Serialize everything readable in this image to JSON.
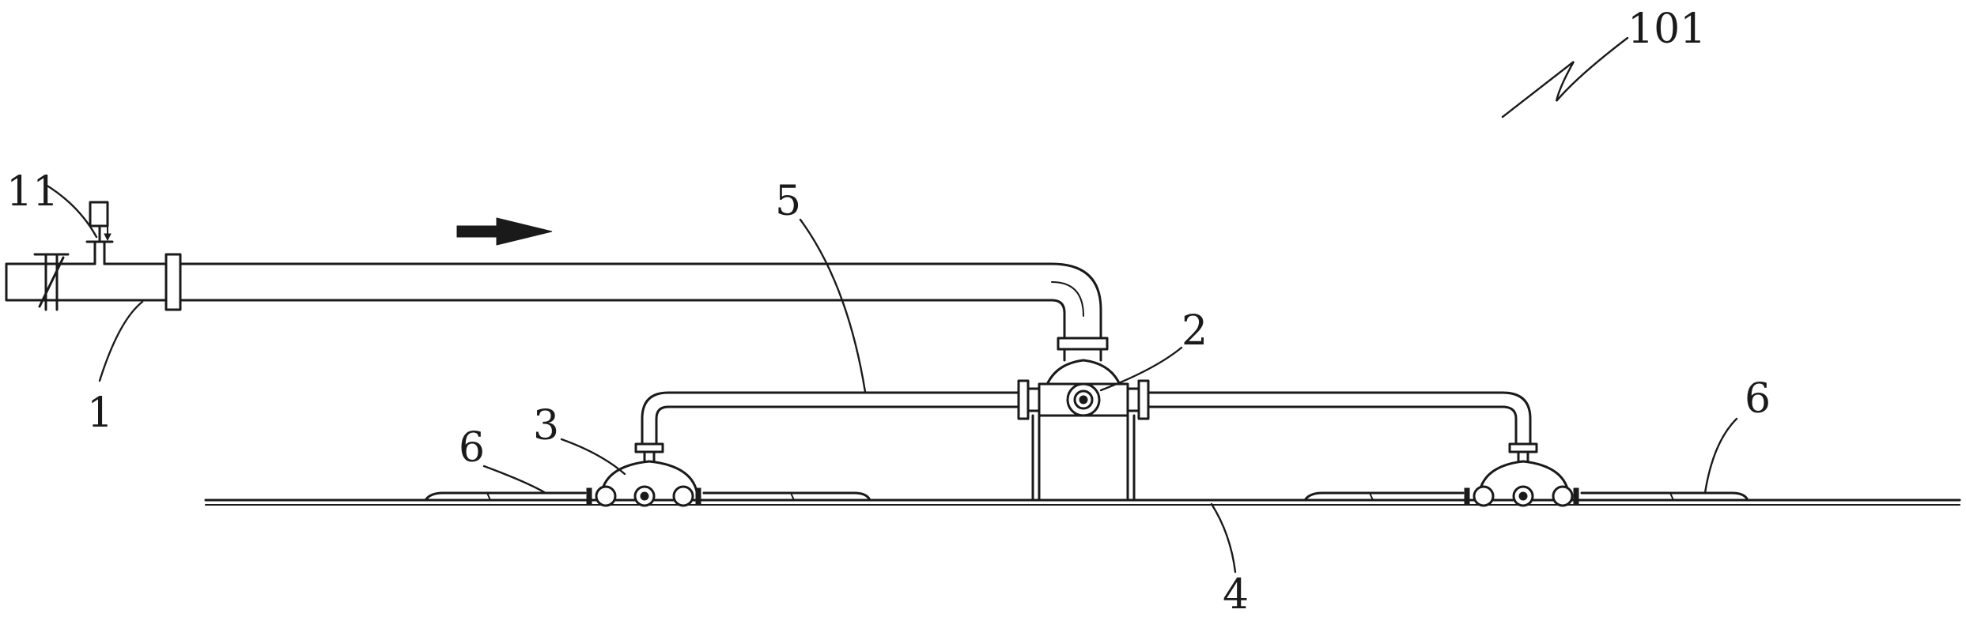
{
  "figure": {
    "reference_number": "101",
    "flow_direction": "right",
    "labels": {
      "inlet_pipe": "1",
      "valve": "11",
      "distributor": "2",
      "branch_head": "3",
      "base_plate": "4",
      "branch_pipe": "5",
      "nozzle_left": "6",
      "nozzle_right": "6"
    }
  }
}
